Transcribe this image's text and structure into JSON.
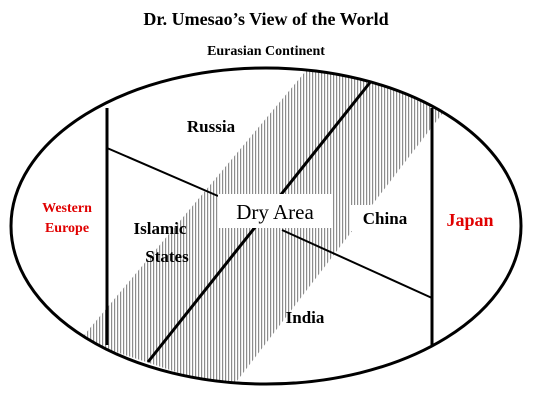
{
  "title": "Dr. Umesao’s View of the World",
  "subtitle": "Eurasian Continent",
  "regions": {
    "russia": "Russia",
    "western_europe_line1": "Western",
    "western_europe_line2": "Europe",
    "islamic_line1": "Islamic",
    "islamic_line2": "States",
    "dry_area": "Dry Area",
    "china": "China",
    "japan": "Japan",
    "india": "India"
  },
  "colors": {
    "outline": "#000000",
    "hatch": "#8c8c8c",
    "dry_area_band": "#b4b4b4",
    "highlight_text": "#e00000",
    "label_text": "#000000",
    "background": "#ffffff"
  }
}
